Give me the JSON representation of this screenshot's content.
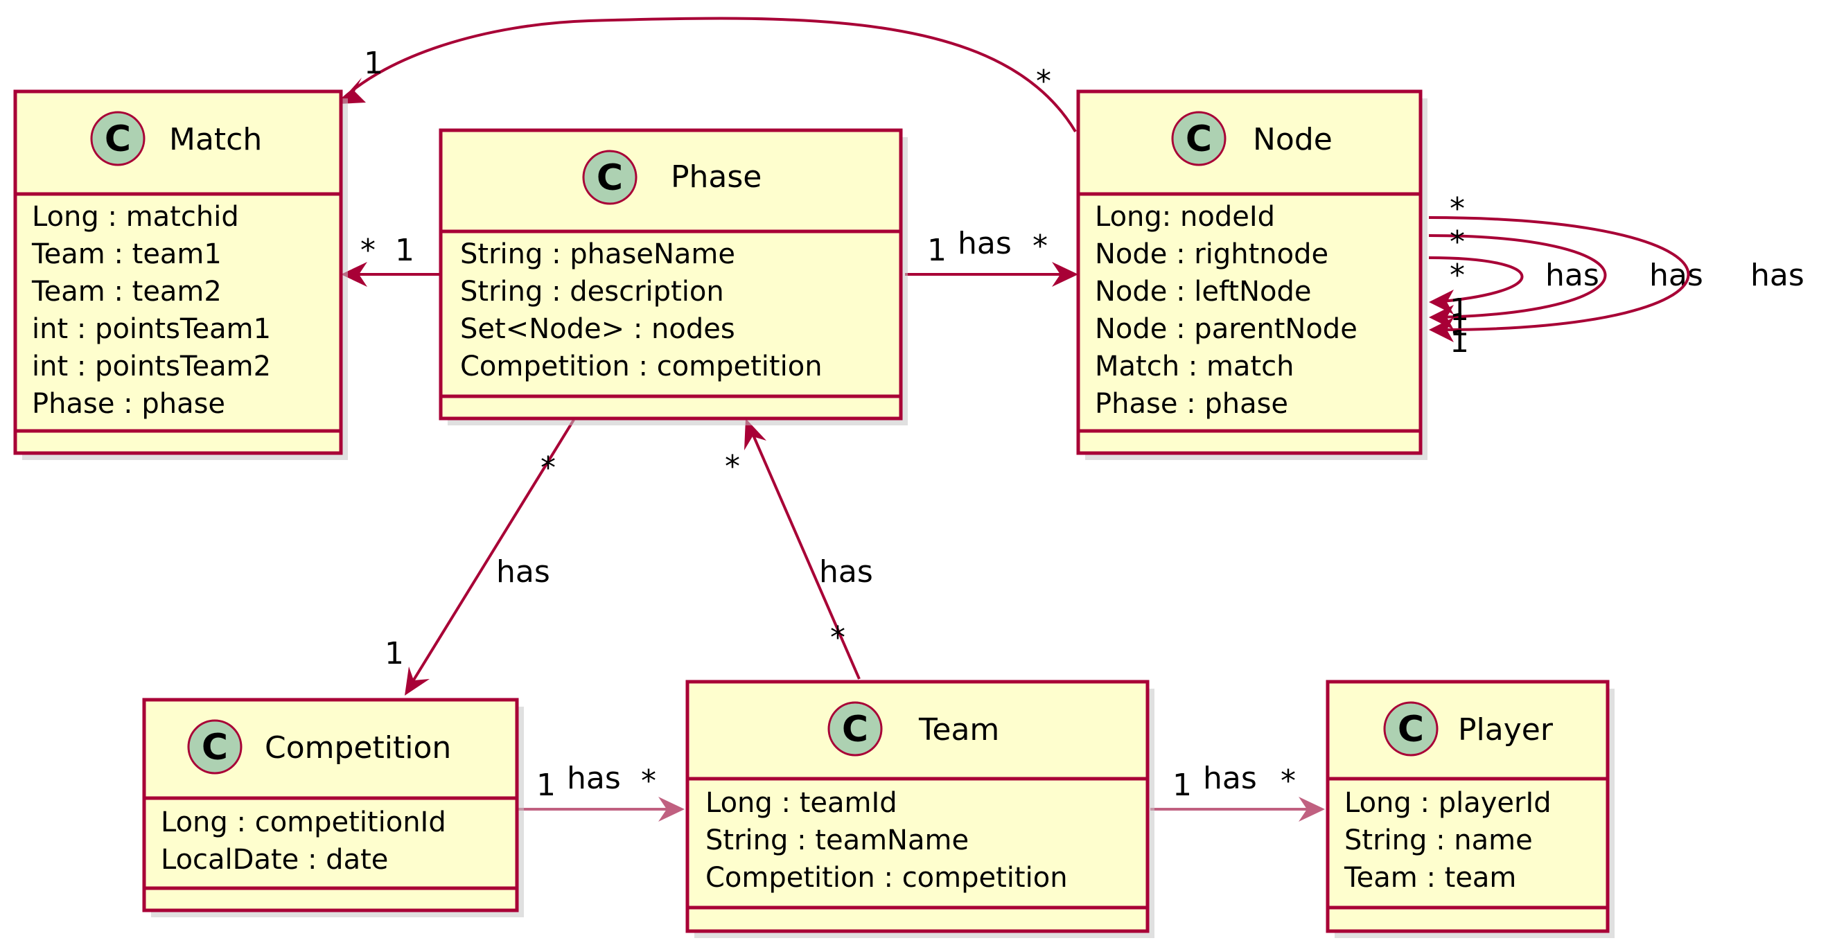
{
  "classes": {
    "match": {
      "stereotype": "C",
      "name": "Match",
      "attributes": [
        "Long : matchid",
        "Team : team1",
        "Team : team2",
        "int : pointsTeam1",
        "int : pointsTeam2",
        "Phase : phase"
      ]
    },
    "phase": {
      "stereotype": "C",
      "name": "Phase",
      "attributes": [
        "String : phaseName",
        "String : description",
        "Set<Node> : nodes",
        "Competition : competition"
      ]
    },
    "node": {
      "stereotype": "C",
      "name": "Node",
      "attributes": [
        "Long: nodeId",
        "Node : rightnode",
        "Node : leftNode",
        "Node : parentNode",
        "Match : match",
        "Phase : phase"
      ]
    },
    "competition": {
      "stereotype": "C",
      "name": "Competition",
      "attributes": [
        "Long : competitionId",
        "LocalDate : date"
      ]
    },
    "team": {
      "stereotype": "C",
      "name": "Team",
      "attributes": [
        "Long : teamId",
        "String : teamName",
        "Competition : competition"
      ]
    },
    "player": {
      "stereotype": "C",
      "name": "Player",
      "attributes": [
        "Long : playerId",
        "String : name",
        "Team : team"
      ]
    }
  },
  "relations": {
    "node_match": {
      "label": "",
      "src_mult": "*",
      "dst_mult": "1"
    },
    "phase_match": {
      "label": "",
      "src_mult": "1",
      "dst_mult": "*"
    },
    "phase_node": {
      "label": "has",
      "src_mult": "1",
      "dst_mult": "*"
    },
    "phase_competition": {
      "label": "has",
      "src_mult": "*",
      "dst_mult": "1"
    },
    "team_phase": {
      "label": "has",
      "src_mult": "*",
      "dst_mult": "*"
    },
    "competition_team": {
      "label": "has",
      "src_mult": "1",
      "dst_mult": "*"
    },
    "team_player": {
      "label": "has",
      "src_mult": "1",
      "dst_mult": "*"
    },
    "node_self_1": {
      "label": "has",
      "src_mult": "*",
      "dst_mult": "1"
    },
    "node_self_2": {
      "label": "has",
      "src_mult": "*",
      "dst_mult": "1"
    },
    "node_self_3": {
      "label": "has",
      "src_mult": "*",
      "dst_mult": "1"
    }
  }
}
